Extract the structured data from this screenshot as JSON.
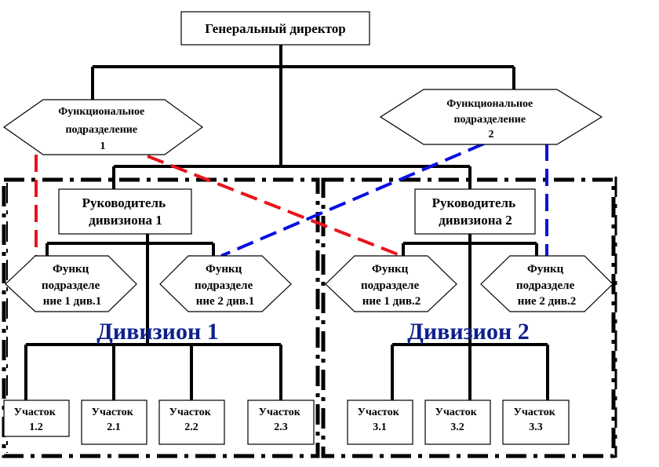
{
  "colors": {
    "line": "#000000",
    "red_dash": "#e8141c",
    "blue_dash": "#0a10e0",
    "division_title": "#0e1f8c"
  },
  "nodes": {
    "director": {
      "lines": [
        "Генеральный директор"
      ]
    },
    "func1": {
      "lines": [
        "Функциональное",
        "подразделение",
        "1"
      ]
    },
    "func2": {
      "lines": [
        "Функциональное",
        "подразделение",
        "2"
      ]
    },
    "head1": {
      "lines": [
        "Руководитель",
        "дивизиона 1"
      ]
    },
    "head2": {
      "lines": [
        "Руководитель",
        "дивизиона 2"
      ]
    },
    "f1d1": {
      "lines": [
        "Функц",
        "подразделе",
        "ние 1 див.1"
      ]
    },
    "f2d1": {
      "lines": [
        "Функц",
        "подразделе",
        "ние 2 див.1"
      ]
    },
    "f1d2": {
      "lines": [
        "Функц",
        "подразделе",
        "ние 1 див.2"
      ]
    },
    "f2d2": {
      "lines": [
        "Функц",
        "подразделе",
        "ние 2 див.2"
      ]
    },
    "s12": {
      "lines": [
        "Участок",
        "1.2"
      ]
    },
    "s21": {
      "lines": [
        "Участок",
        "2.1"
      ]
    },
    "s22": {
      "lines": [
        "Участок",
        "2.2"
      ]
    },
    "s23": {
      "lines": [
        "Участок",
        "2.3"
      ]
    },
    "s31": {
      "lines": [
        "Участок",
        "3.1"
      ]
    },
    "s32": {
      "lines": [
        "Участок",
        "3.2"
      ]
    },
    "s33": {
      "lines": [
        "Участок",
        "3.3"
      ]
    }
  },
  "divisions": {
    "d1": {
      "title": "Дивизион 1"
    },
    "d2": {
      "title": "Дивизион 2"
    }
  }
}
